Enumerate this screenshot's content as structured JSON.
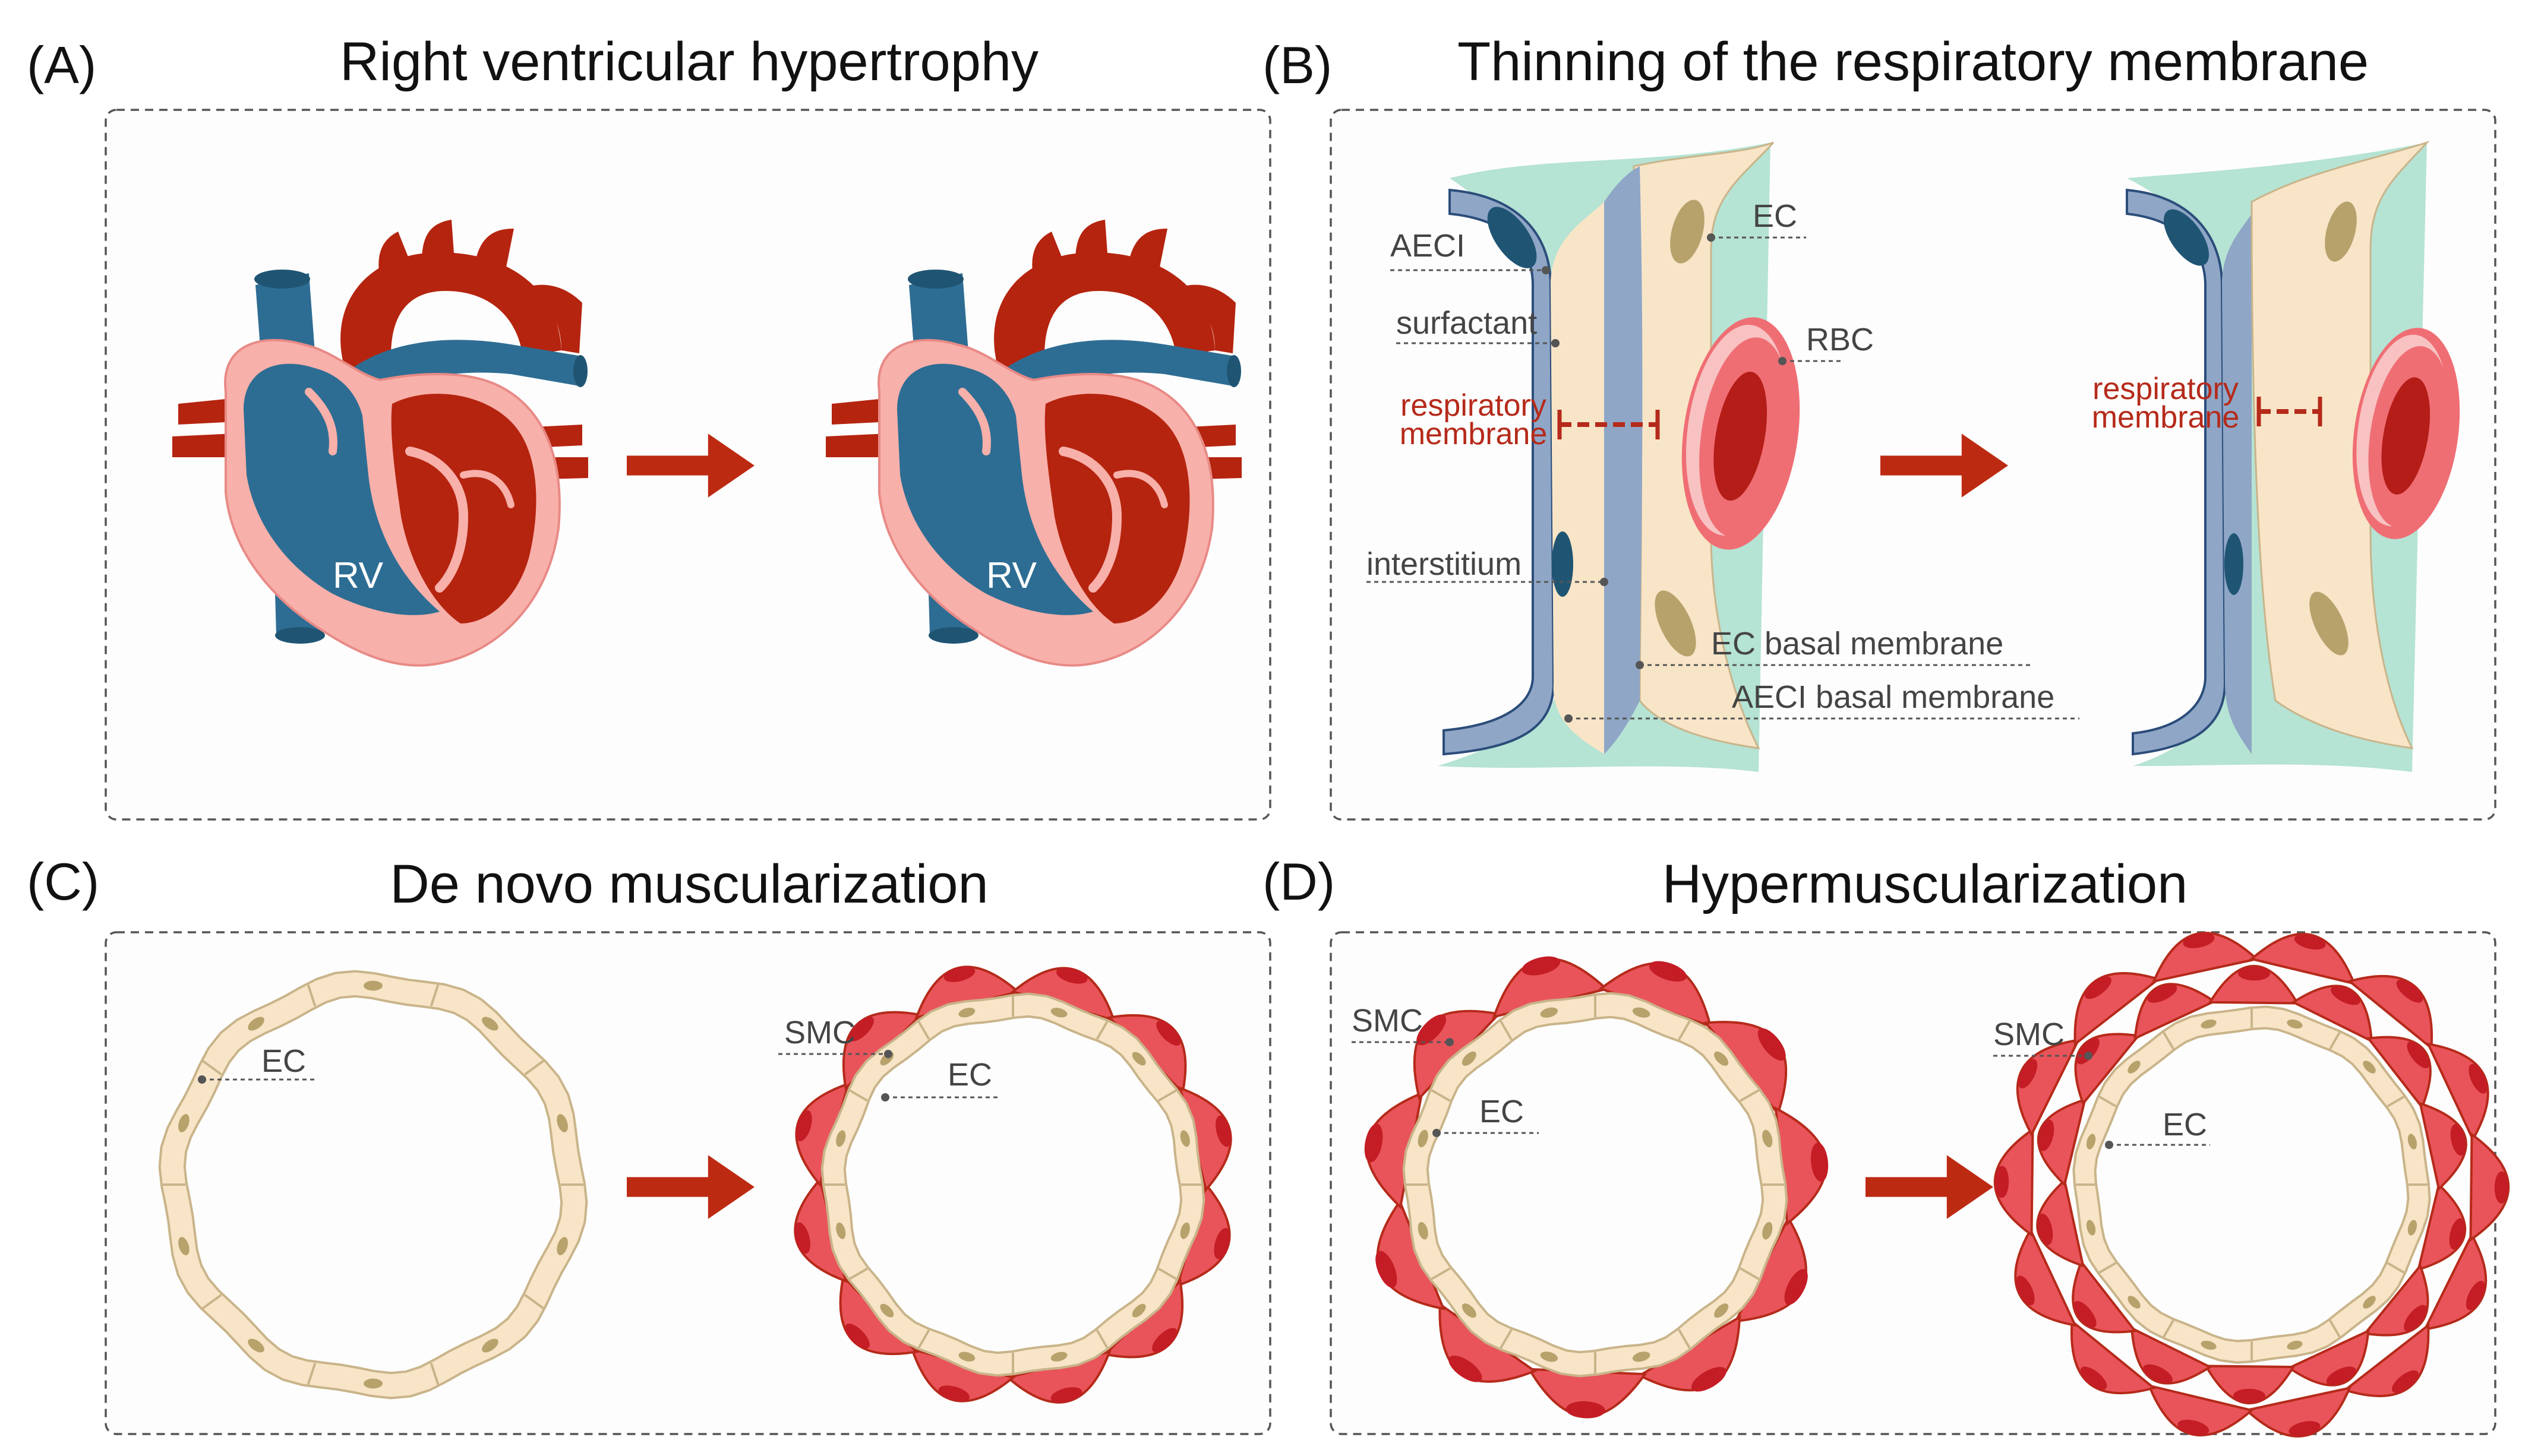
{
  "panels": {
    "a": {
      "letter": "(A)",
      "title": "Right ventricular hypertrophy",
      "rv_label": "RV"
    },
    "b": {
      "letter": "(B)",
      "title": "Thinning of the respiratory membrane",
      "labels": {
        "aeci": "AECI",
        "ec": "EC",
        "surfactant": "surfactant",
        "rbc": "RBC",
        "resp1": "respiratory",
        "resp2": "membrane",
        "interstitium": "interstitium",
        "ec_basal": "EC basal membrane",
        "aeci_basal": "AECI basal membrane"
      }
    },
    "c": {
      "letter": "(C)",
      "title": "De novo muscularization",
      "labels": {
        "ec": "EC",
        "smc": "SMC"
      }
    },
    "d": {
      "letter": "(D)",
      "title": "Hypermuscularization",
      "labels": {
        "ec": "EC",
        "smc": "SMC"
      }
    }
  },
  "colors": {
    "vein_blue": "#2e6d93",
    "artery_red": "#b5240f",
    "myocardium_pink": "#f8b0aa",
    "endothelium_beige": "#f8e5c8",
    "nucleus_tan": "#b8a26c",
    "smc_red": "#e9545a",
    "smc_nucleus": "#c41d25",
    "alveolar_blue": "#8fa6c6",
    "interstitium_green": "#b5e3d4",
    "arrow_red": "#bd2a12",
    "label_red": "#b52a1a"
  },
  "icons": [
    "heart-normal-icon",
    "heart-hypertrophic-icon",
    "arrow-right-icon",
    "red-blood-cell-icon",
    "vessel-ring-icon"
  ]
}
